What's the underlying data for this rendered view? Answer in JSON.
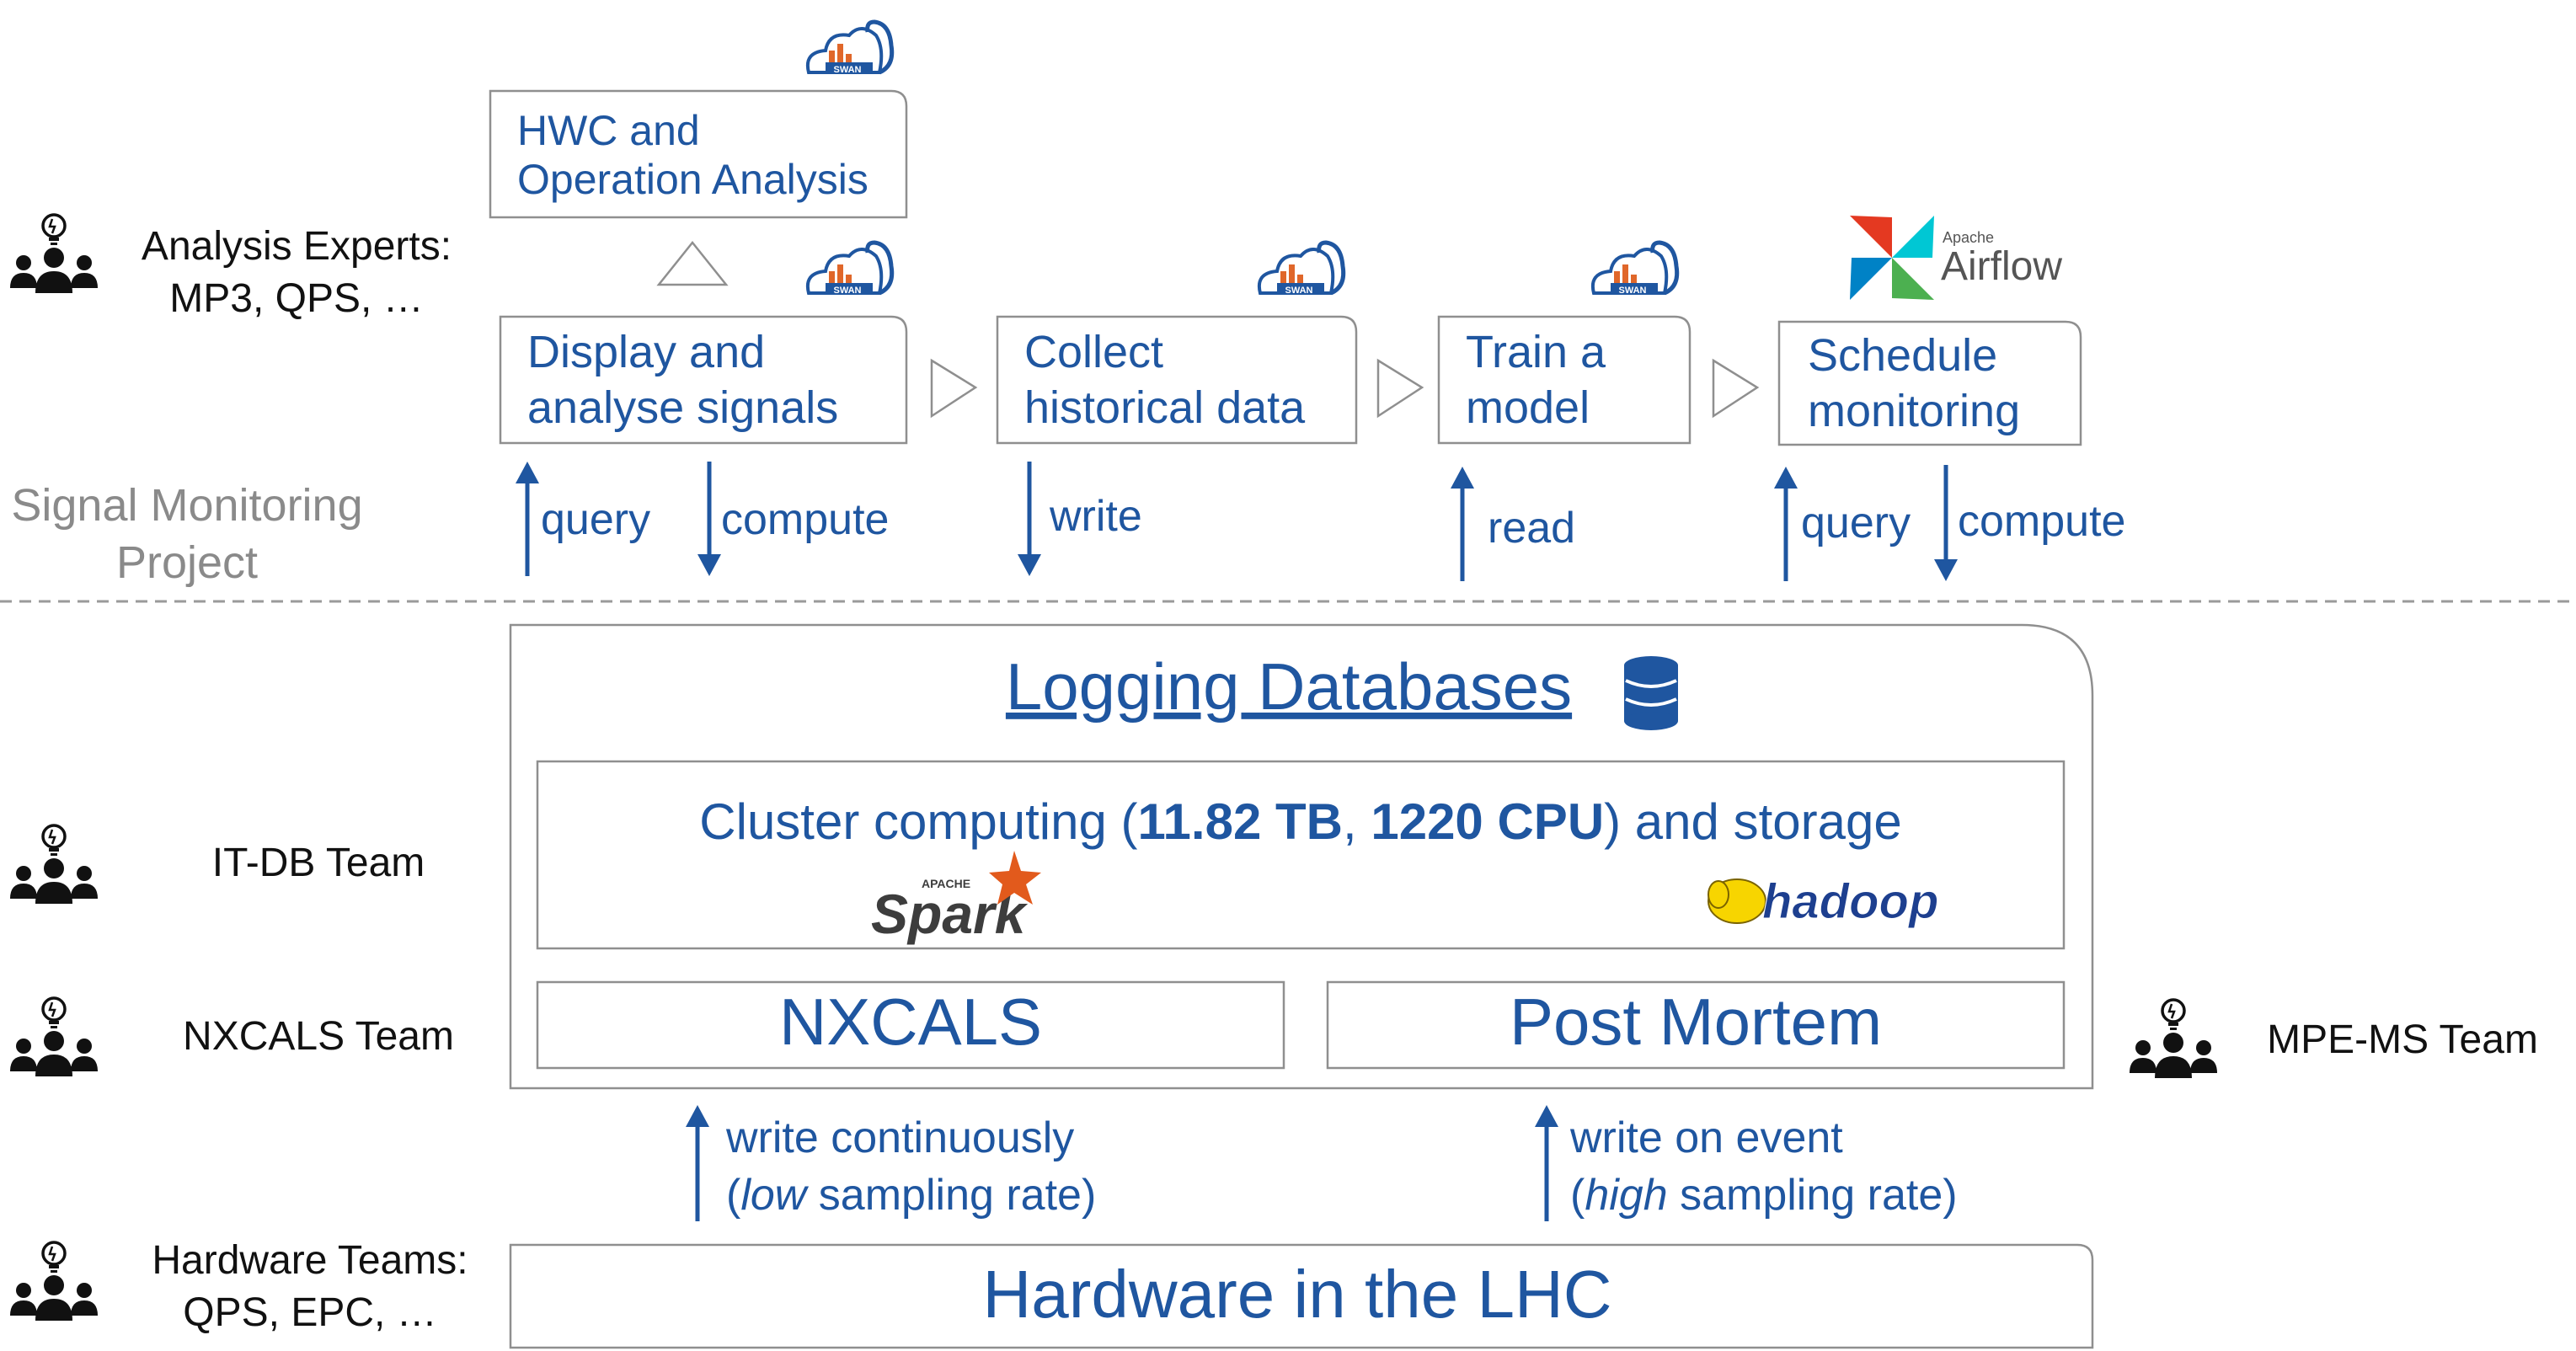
{
  "colors": {
    "accent": "#1f56a0",
    "text": "#111111",
    "muted": "#8a8a8a",
    "border": "#8f8f8f"
  },
  "teams": {
    "analysis": {
      "line1": "Analysis Experts:",
      "line2": "MP3, QPS, …"
    },
    "itdb": "IT-DB Team",
    "nxcals": "NXCALS Team",
    "hardware": {
      "line1": "Hardware Teams:",
      "line2": "QPS, EPC, …"
    },
    "mpems": "MPE-MS Team"
  },
  "project": {
    "line1": "Signal Monitoring",
    "line2": "Project"
  },
  "steps": {
    "hwc": {
      "line1": "HWC and",
      "line2": "Operation Analysis"
    },
    "display": {
      "line1": "Display and",
      "line2": "analyse signals"
    },
    "collect": {
      "line1": "Collect",
      "line2": "historical data"
    },
    "train": {
      "line1": "Train a",
      "line2": "model"
    },
    "schedule": {
      "line1": "Schedule",
      "line2": "monitoring"
    }
  },
  "logos": {
    "swan": "SWAN",
    "airflow_top": "Apache",
    "airflow_name": "Airflow",
    "spark_top": "APACHE",
    "spark_name": "Spark",
    "hadoop": "hadoop"
  },
  "flows": {
    "query": "query",
    "compute": "compute",
    "write": "write",
    "read": "read"
  },
  "databases": {
    "title": "Logging Databases",
    "cluster_pre": "Cluster computing (",
    "cluster_tb": "11.82 TB",
    "cluster_sep": ", ",
    "cluster_cpu": "1220 CPU",
    "cluster_post": ") and storage",
    "nxcals": "NXCALS",
    "post_mortem": "Post Mortem"
  },
  "ingest": {
    "left_line1": "write continuously",
    "left_low": "low",
    "left_rest": " sampling rate)",
    "right_line1": "write on event",
    "right_high": "high",
    "right_rest": " sampling rate)",
    "paren": "("
  },
  "hardware_box": "Hardware in the LHC",
  "icons": [
    "team-icon",
    "swan-logo",
    "airflow-logo",
    "spark-logo",
    "hadoop-logo",
    "database-icon"
  ]
}
